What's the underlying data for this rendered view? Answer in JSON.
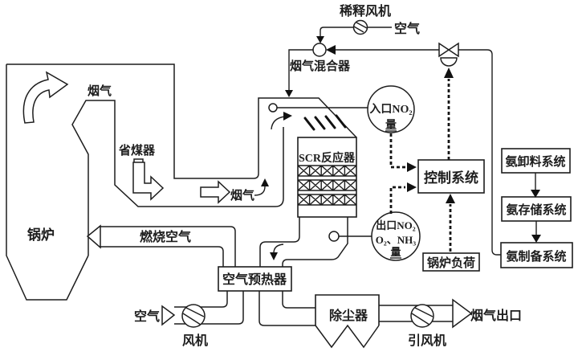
{
  "colors": {
    "line": "#1d1d1d",
    "background": "#ffffff"
  },
  "boiler": {
    "label": "锅炉",
    "flue_gas": "烟气",
    "economizer": "省煤器"
  },
  "flue_duct": {
    "label": "烟气"
  },
  "scr": {
    "reactor_label": "SCR反应器"
  },
  "analyzers": {
    "inlet": {
      "line1": "入口NO₂",
      "line2": "量"
    },
    "outlet": {
      "line1": "出口NO₂",
      "line2": "O₂、NH₃",
      "line3": "量"
    }
  },
  "injection": {
    "mixer": "烟气混合器",
    "dilution_fan": "稀释风机",
    "air": "空气"
  },
  "control": {
    "system": "控制系统",
    "boiler_load": "锅炉负荷"
  },
  "ammonia": {
    "unloading": "氨卸料系统",
    "storage": "氨存储系统",
    "preparation": "氨制备系统"
  },
  "air_system": {
    "combustion_air": "燃烧空气",
    "preheater": "空气预热器",
    "air": "空气",
    "fan": "风机"
  },
  "outlet_line": {
    "dust_collector": "除尘器",
    "id_fan": "引风机",
    "flue_outlet": "烟气出口"
  }
}
